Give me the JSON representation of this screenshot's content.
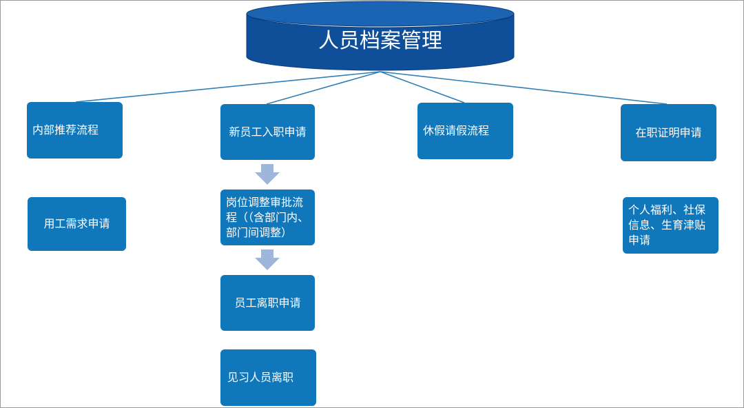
{
  "root": {
    "label": "人员档案管理"
  },
  "colors": {
    "root_fill": "#0f4f99",
    "root_top": "#1a64b3",
    "box_fill": "#1077ba",
    "connector": "#2f7fb6",
    "arrow": "#9db6d9"
  },
  "top_nodes": [
    {
      "label": "内部推荐流程"
    },
    {
      "label": "新员工入职申请"
    },
    {
      "label": "休假请假流程"
    },
    {
      "label": "在职证明申请"
    }
  ],
  "sub_nodes": {
    "col1": [
      {
        "label": "用工需求申请"
      }
    ],
    "col2": [
      {
        "label": "岗位调整审批流程（（含部门内、部门间调整）"
      },
      {
        "label": "员工离职申请"
      },
      {
        "label": "见习人员离职"
      }
    ],
    "col4": [
      {
        "label": "个人福利、社保信息、生育津贴申请"
      }
    ]
  }
}
